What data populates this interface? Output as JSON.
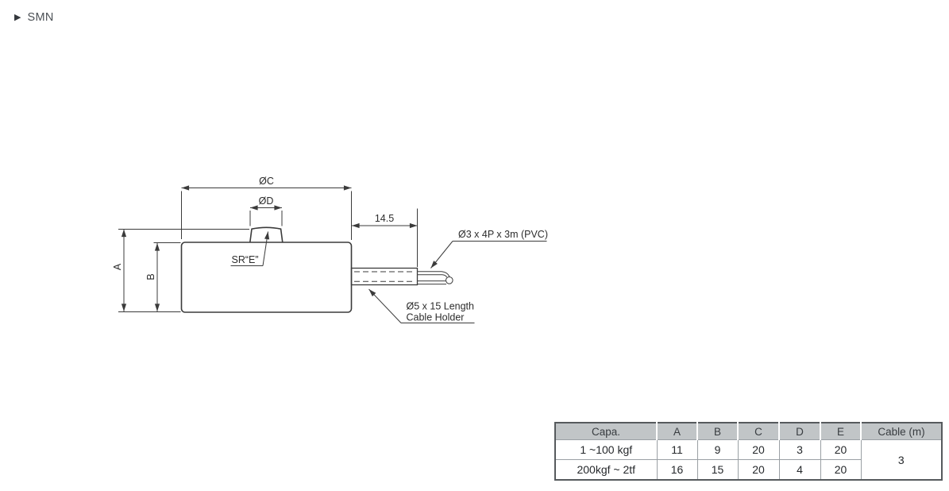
{
  "page": {
    "section_marker": "▶",
    "section_title": "SMN"
  },
  "drawing": {
    "labels": {
      "dim_c": "ØC",
      "dim_d": "ØD",
      "dim_len": "14.5",
      "dim_a": "A",
      "dim_b": "B",
      "sphere_radius": "SR“E”",
      "cable_spec": "Ø3 x 4P x 3m (PVC)",
      "holder_spec_line1": "Ø5 x 15 Length",
      "holder_spec_line2": "Cable Holder"
    },
    "line_color": "#3b3b3b"
  },
  "table": {
    "headers": [
      "Capa.",
      "A",
      "B",
      "C",
      "D",
      "E",
      "Cable (m)"
    ],
    "rows": [
      [
        "1 ~100 kgf",
        "11",
        "9",
        "20",
        "3",
        "20"
      ],
      [
        "200kgf ~ 2tf",
        "16",
        "15",
        "20",
        "4",
        "20"
      ]
    ],
    "cable_value": "3",
    "colors": {
      "header_bg": "#c1c5c7",
      "label_col_bg": "#e0e2e3",
      "border": "#565a5d",
      "grid": "#9aa0a4"
    }
  }
}
